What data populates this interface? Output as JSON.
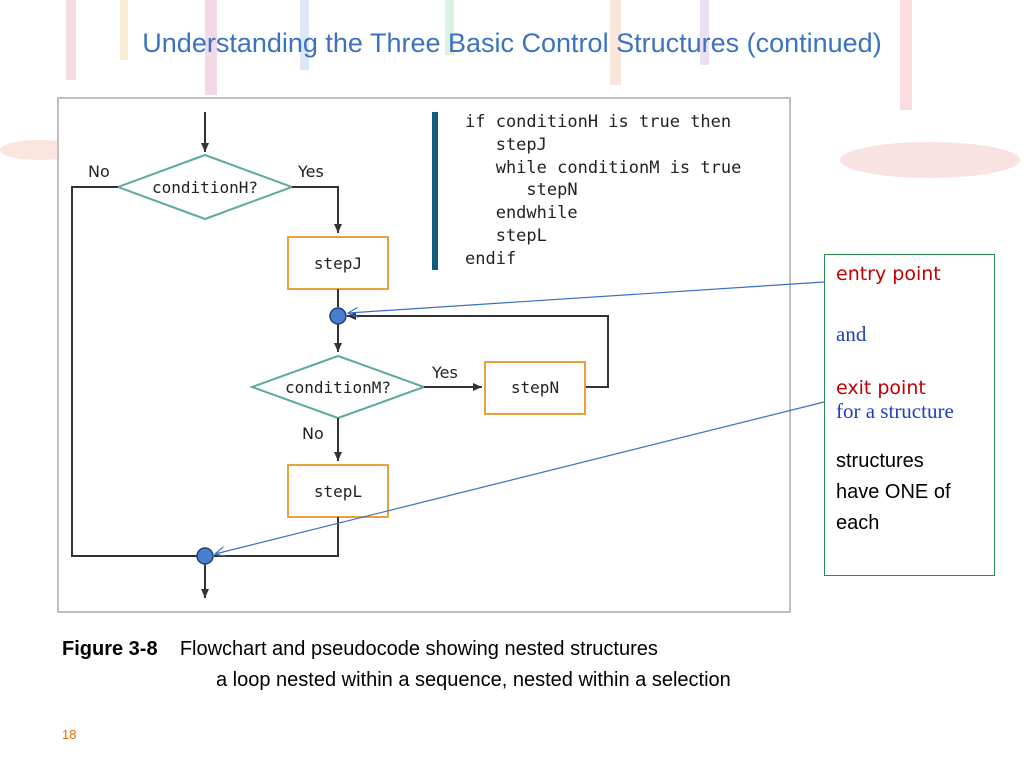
{
  "slide": {
    "title": "Understanding the Three Basic Control Structures (continued)",
    "page_number": "18"
  },
  "flowchart": {
    "decision_1": "conditionH?",
    "decision_2": "conditionM?",
    "step_j": "stepJ",
    "step_n": "stepN",
    "step_l": "stepL",
    "label_no_1": "No",
    "label_yes_1": "Yes",
    "label_yes_2": "Yes",
    "label_no_2": "No"
  },
  "pseudocode": [
    "if conditionH is true then",
    "   stepJ",
    "   while conditionM is true",
    "      stepN",
    "   endwhile",
    "   stepL",
    "endif"
  ],
  "callout": {
    "entry_point": "entry point",
    "and": "and",
    "exit_point": "exit point",
    "for_structure": "for a structure",
    "note_line1": "structures",
    "note_line2": "have ONE of",
    "note_line3": "each"
  },
  "caption": {
    "figure_label": "Figure 3-8",
    "text": "Flowchart and pseudocode showing nested structures",
    "subtext": "a loop nested within a sequence, nested within a selection"
  },
  "colors": {
    "title": "#3b73c0",
    "process_box": "#e8a040",
    "decision": "#5fa9a0",
    "marker": "#4a7fd0",
    "callout_red": "#c00000",
    "callout_blue": "#1f3fbf",
    "callout_border": "#2e8a4a",
    "page_number": "#e36c09"
  }
}
